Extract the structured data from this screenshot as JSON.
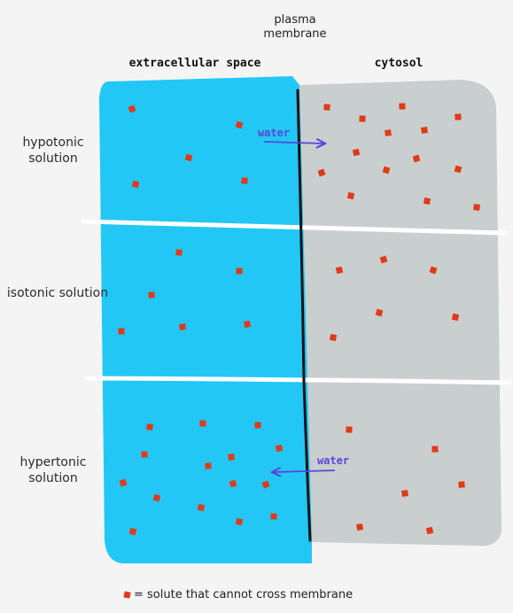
{
  "labels": {
    "membrane": "plasma membrane",
    "extracellular": "extracellular space",
    "cytosol": "cytosol",
    "hypotonic": "hypotonic solution",
    "isotonic": "isotonic solution",
    "hypertonic": "hypertonic solution",
    "water_in": "water",
    "water_out": "water",
    "legend": "= solute that cannot cross membrane"
  },
  "colors": {
    "extracellular": "#22c7f5",
    "cytosol": "#c9cecf",
    "solute": "#e13a16",
    "arrow": "#5b46d8",
    "membrane": "#111111",
    "divider": "#ffffff"
  }
}
